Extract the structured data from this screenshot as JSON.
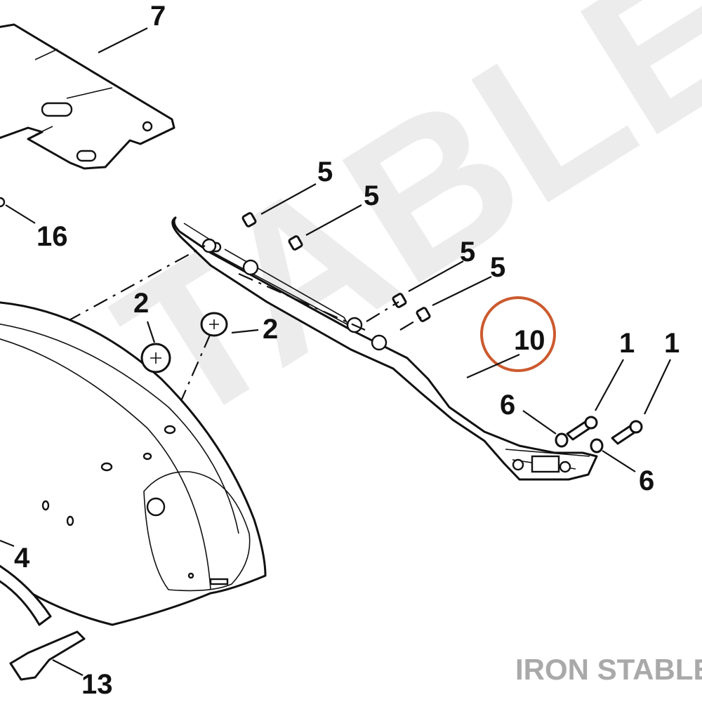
{
  "diagram": {
    "watermark": "STABLE",
    "brand": "IRON STABLE",
    "highlight_color": "#cc5a2e",
    "callouts": {
      "c7": "7",
      "c16": "16",
      "c2a": "2",
      "c2b": "2",
      "c5a": "5",
      "c5b": "5",
      "c5c": "5",
      "c5d": "5",
      "c10": "10",
      "c1a": "1",
      "c1b": "1",
      "c6a": "6",
      "c6b": "6",
      "c4": "4",
      "c13": "13"
    }
  }
}
